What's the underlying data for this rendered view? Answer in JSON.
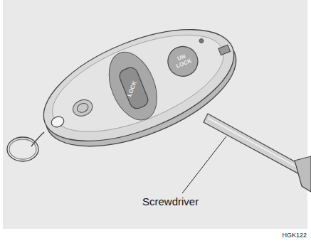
{
  "diagram": {
    "labels": [
      "LOCK",
      "UN LOCK",
      "Screwdriver",
      "HGK122"
    ]
  }
}
